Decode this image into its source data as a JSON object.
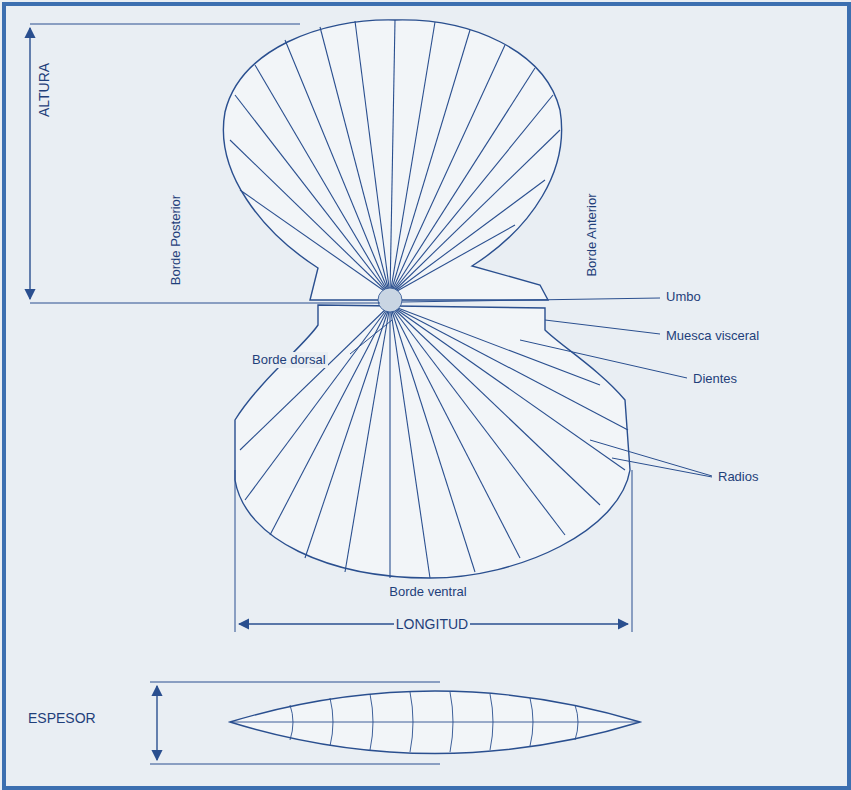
{
  "diagram": {
    "labels": [
      "ALTURA",
      "Borde Posterior",
      "Borde Anterior",
      "Umbo",
      "Muesca visceral",
      "Borde dorsal",
      "Dientes",
      "Radios",
      "Borde ventral",
      "LONGITUD",
      "ESPESOR"
    ]
  }
}
